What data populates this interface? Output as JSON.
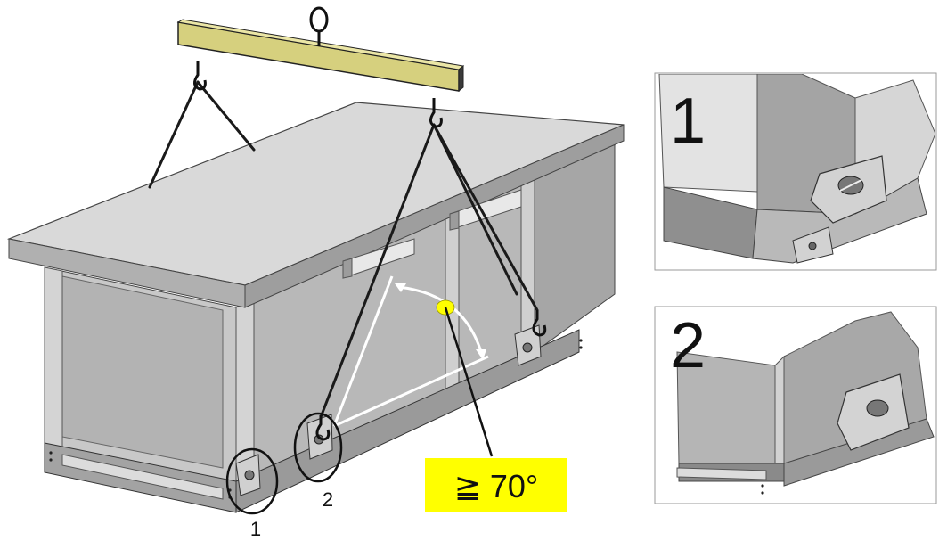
{
  "callouts": {
    "label_1": "1",
    "label_2": "2"
  },
  "angle_badge": {
    "text": "≧ 70°",
    "background": "#ffff00"
  },
  "detail_panels": {
    "panel_1_number": "1",
    "panel_2_number": "2"
  },
  "colors": {
    "spreader_beam": "#d6d07e",
    "housing_light": "#d9d9d9",
    "housing_mid": "#bfbfbf",
    "housing_dark": "#8c8c8c",
    "sling": "#1a1a1a",
    "angle_marker": "#ffffff",
    "angle_dot": "#ffff00"
  }
}
